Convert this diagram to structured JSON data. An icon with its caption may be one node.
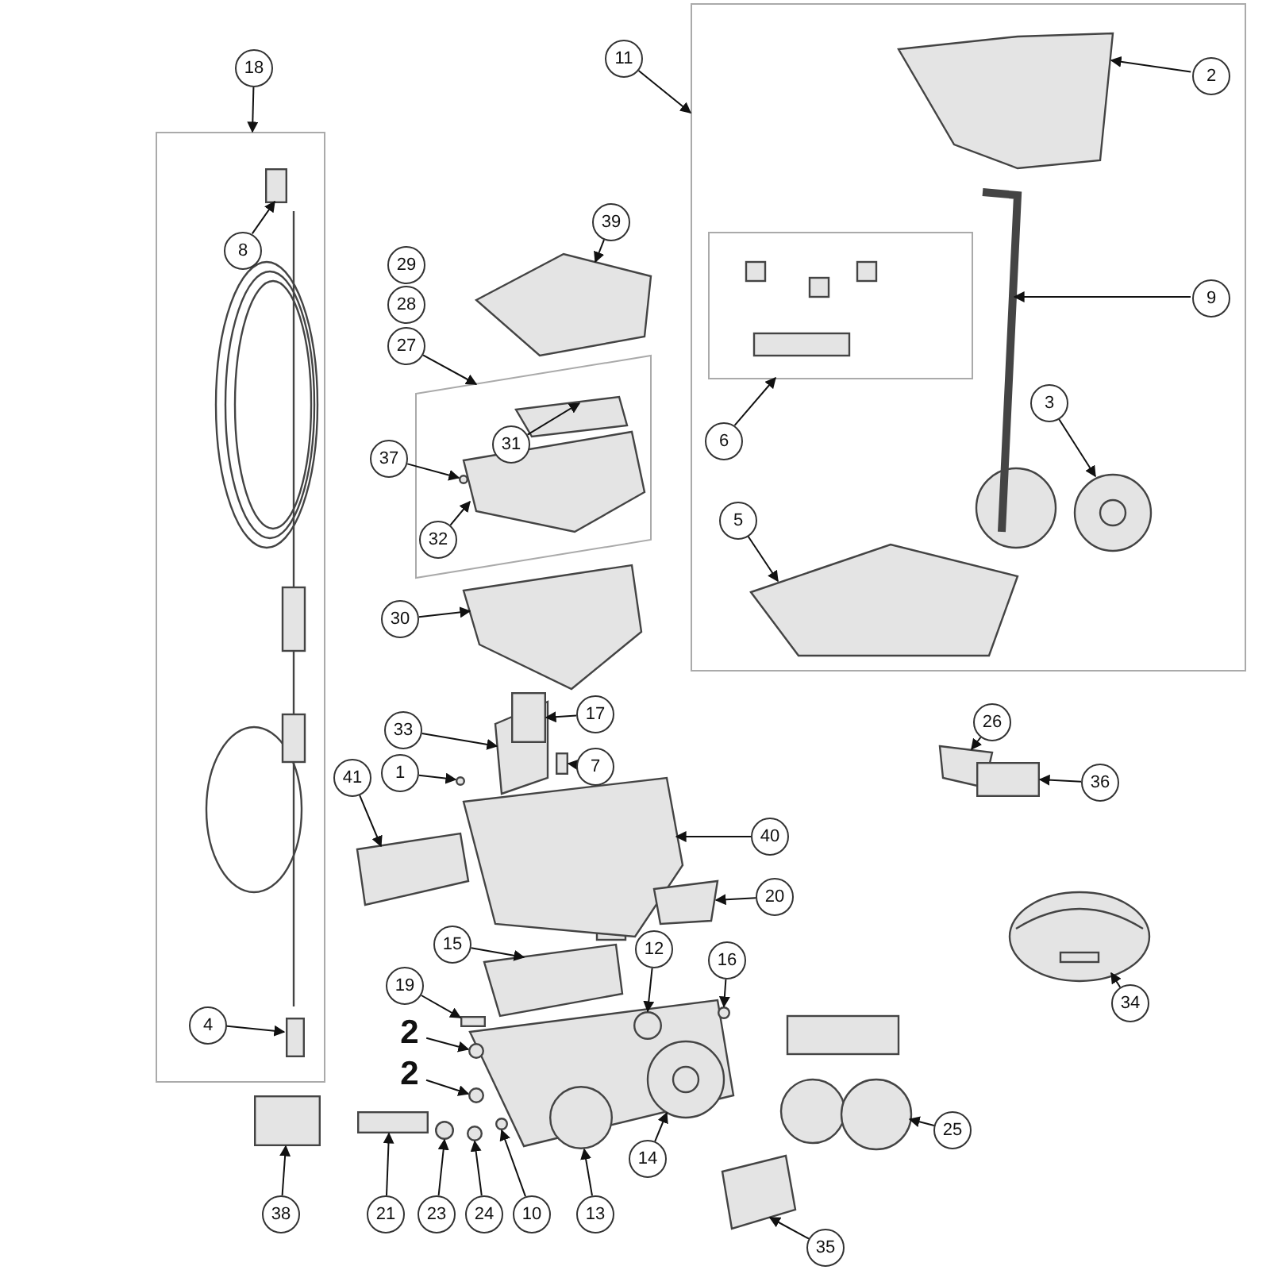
{
  "diagram": {
    "nodes": [
      {
        "text": [
          "11"
        ]
      },
      {
        "text": [],
        "shape": "box"
      },
      {
        "text": [
          "2"
        ],
        "in": 1
      },
      {
        "text": [
          "18"
        ]
      },
      {
        "text": [],
        "shape": "box"
      },
      {
        "text": [
          "8"
        ],
        "in": 4
      },
      {
        "text": [
          "39"
        ]
      },
      {
        "text": [
          "29"
        ]
      },
      {
        "text": [
          "28"
        ]
      },
      {
        "text": [
          "27"
        ]
      },
      {
        "text": [],
        "shape": "box",
        "in": 1
      },
      {
        "text": [
          "9"
        ],
        "in": 1
      },
      {
        "text": [
          "6"
        ],
        "in": 1
      },
      {
        "text": [
          "3"
        ],
        "in": 1
      },
      {
        "text": [
          "31"
        ],
        "in": 45
      },
      {
        "text": [
          "37"
        ]
      },
      {
        "text": [
          "32"
        ],
        "in": 45
      },
      {
        "text": [
          "5"
        ],
        "in": 1
      },
      {
        "text": [
          "30"
        ]
      },
      {
        "text": [
          "33"
        ]
      },
      {
        "text": [
          "17"
        ]
      },
      {
        "text": [
          "26"
        ]
      },
      {
        "text": [
          "1"
        ]
      },
      {
        "text": [
          "7"
        ]
      },
      {
        "text": [
          "36"
        ]
      },
      {
        "text": [
          "41"
        ]
      },
      {
        "text": [
          "40"
        ]
      },
      {
        "text": [
          "20"
        ]
      },
      {
        "text": [
          "15"
        ]
      },
      {
        "text": [
          "12"
        ]
      },
      {
        "text": [
          "16"
        ]
      },
      {
        "text": [
          "34"
        ]
      },
      {
        "text": [
          "19"
        ]
      },
      {
        "text": [
          "4"
        ],
        "in": 4
      },
      {
        "text": [
          "2"
        ]
      },
      {
        "text": [
          "2"
        ]
      },
      {
        "text": [
          "25"
        ]
      },
      {
        "text": [
          "14"
        ]
      },
      {
        "text": [
          "38"
        ]
      },
      {
        "text": [
          "21"
        ]
      },
      {
        "text": [
          "23"
        ]
      },
      {
        "text": [
          "24"
        ]
      },
      {
        "text": [
          "10"
        ]
      },
      {
        "text": [
          "13"
        ]
      },
      {
        "text": [
          "35"
        ]
      },
      {
        "text": [],
        "shape": "parallelogram"
      },
      {
        "text": [],
        "shape": "picture",
        "in": 1
      },
      {
        "text": [],
        "shape": "box",
        "in": 4
      },
      {
        "text": [],
        "shape": "picture"
      },
      {
        "text": [],
        "shape": "picture",
        "in": 1
      },
      {
        "text": [],
        "shape": "picture",
        "in": 1
      },
      {
        "text": [],
        "shape": "picture",
        "in": 45
      },
      {
        "text": [],
        "shape": "circle",
        "in": 45
      },
      {
        "text": [],
        "shape": "picture",
        "in": 45
      },
      {
        "text": [],
        "shape": "picture",
        "in": 1
      },
      {
        "text": [],
        "shape": "picture"
      },
      {
        "text": [],
        "shape": "picture"
      },
      {
        "text": [],
        "shape": "box"
      },
      {
        "text": [],
        "shape": "picture"
      },
      {
        "text": [],
        "shape": "circle"
      },
      {
        "text": [],
        "shape": "box"
      },
      {
        "text": [],
        "shape": "box"
      },
      {
        "text": [],
        "shape": "picture"
      },
      {
        "text": [],
        "shape": "picture"
      },
      {
        "text": [],
        "shape": "picture"
      },
      {
        "text": [],
        "shape": "picture"
      },
      {
        "text": [],
        "shape": "circle"
      },
      {
        "text": [],
        "shape": "circle"
      },
      {
        "text": [],
        "shape": "picture"
      },
      {
        "text": [],
        "shape": "box"
      },
      {
        "text": [],
        "shape": "box",
        "in": 4
      },
      {
        "text": [],
        "shape": "circle"
      },
      {
        "text": [],
        "shape": "circle"
      },
      {
        "text": [],
        "shape": "picture"
      },
      {
        "text": [],
        "shape": "picture"
      },
      {
        "text": [],
        "shape": "box"
      },
      {
        "text": [],
        "shape": "box"
      },
      {
        "text": [],
        "shape": "circle"
      },
      {
        "text": [],
        "shape": "circle"
      },
      {
        "text": [],
        "shape": "circle"
      },
      {
        "text": [],
        "shape": "circle"
      },
      {
        "text": [],
        "shape": "picture"
      }
    ],
    "edges": [
      {
        "from": 0,
        "to": 1,
        "arrow": "to"
      },
      {
        "from": 2,
        "to": 46,
        "arrow": "to"
      },
      {
        "from": 3,
        "to": 4,
        "arrow": "to"
      },
      {
        "from": 5,
        "to": 47,
        "arrow": "to"
      },
      {
        "from": 6,
        "to": 48,
        "arrow": "to"
      },
      {
        "from": 9,
        "to": 45,
        "arrow": "to"
      },
      {
        "from": 11,
        "to": 49,
        "arrow": "to"
      },
      {
        "from": 12,
        "to": 10,
        "arrow": "to"
      },
      {
        "from": 13,
        "to": 50,
        "arrow": "to"
      },
      {
        "from": 14,
        "to": 51,
        "arrow": "to"
      },
      {
        "from": 15,
        "to": 52,
        "arrow": "to"
      },
      {
        "from": 16,
        "to": 53,
        "arrow": "to"
      },
      {
        "from": 17,
        "to": 54,
        "arrow": "to"
      },
      {
        "from": 18,
        "to": 55,
        "arrow": "to"
      },
      {
        "from": 19,
        "to": 56,
        "arrow": "to"
      },
      {
        "from": 20,
        "to": 57,
        "arrow": "to"
      },
      {
        "from": 21,
        "to": 58,
        "arrow": "to"
      },
      {
        "from": 22,
        "to": 59,
        "arrow": "to"
      },
      {
        "from": 23,
        "to": 60,
        "arrow": "to"
      },
      {
        "from": 24,
        "to": 61,
        "arrow": "to"
      },
      {
        "from": 25,
        "to": 62,
        "arrow": "to"
      },
      {
        "from": 26,
        "to": 63,
        "arrow": "to"
      },
      {
        "from": 27,
        "to": 64,
        "arrow": "to"
      },
      {
        "from": 28,
        "to": 65,
        "arrow": "to"
      },
      {
        "from": 29,
        "to": 66,
        "arrow": "to"
      },
      {
        "from": 30,
        "to": 67,
        "arrow": "to"
      },
      {
        "from": 31,
        "to": 68,
        "arrow": "to"
      },
      {
        "from": 32,
        "to": 69,
        "arrow": "to"
      },
      {
        "from": 33,
        "to": 70,
        "arrow": "to"
      },
      {
        "from": 34,
        "to": 71,
        "arrow": "to"
      },
      {
        "from": 35,
        "to": 72,
        "arrow": "to"
      },
      {
        "from": 36,
        "to": 73,
        "arrow": "to"
      },
      {
        "from": 37,
        "to": 74,
        "arrow": "to"
      },
      {
        "from": 38,
        "to": 75,
        "arrow": "to"
      },
      {
        "from": 39,
        "to": 76,
        "arrow": "to"
      },
      {
        "from": 40,
        "to": 77,
        "arrow": "to"
      },
      {
        "from": 41,
        "to": 78,
        "arrow": "to"
      },
      {
        "from": 42,
        "to": 79,
        "arrow": "to"
      },
      {
        "from": 43,
        "to": 80,
        "arrow": "to"
      },
      {
        "from": 44,
        "to": 81,
        "arrow": "to"
      }
    ]
  }
}
